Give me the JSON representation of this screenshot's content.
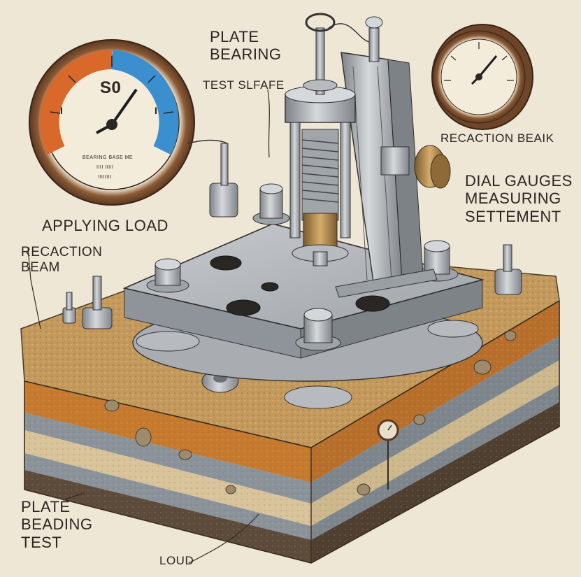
{
  "labels": {
    "plate_bearing": "PLATE\nBEARING",
    "test_surface": "TEST SLFAFE",
    "recaction_beaik": "RECACTION BEAIK",
    "dial_gauges": "DIAL GAUGES\nMEASURING\nSETTEMENT",
    "applying_load": "APPLYING LOAD",
    "recaction_beam": "RECACTION\nBEAM",
    "plate_beading_test": "PLATE\nBEADING\nTEST",
    "loud": "LOUD"
  },
  "gauge_left": {
    "reading": "S0",
    "ticks_left": "I",
    "ticks_right": "I",
    "fine_print": [
      "BEARING BASE ME",
      "IIII IIIII",
      "IIIIIIII"
    ]
  },
  "colors": {
    "background": "#efe7d6",
    "soil_top": "#b98a4a",
    "soil_orange": "#c57a2e",
    "soil_gray": "#8a929a",
    "soil_sand": "#d8c39a",
    "soil_dark": "#5c4a3a",
    "steel": "#a9adb2",
    "brass": "#b58a4a",
    "dial_orange": "#d8692a",
    "dial_blue": "#3c8fcf"
  }
}
